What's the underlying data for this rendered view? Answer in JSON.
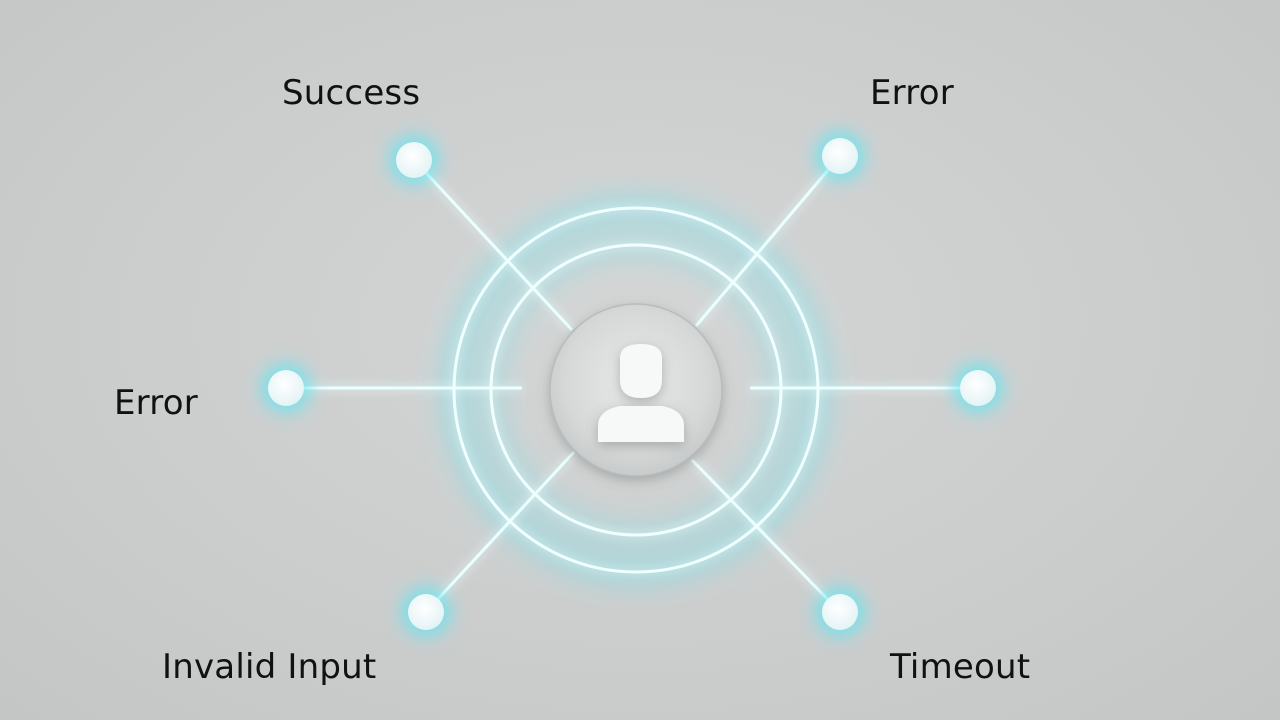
{
  "diagram": {
    "center_icon": "user-avatar-icon",
    "accent_color": "#5ce8f5",
    "nodes": {
      "top_left": {
        "label": "Success"
      },
      "top_right": {
        "label": "Error"
      },
      "left": {
        "label": "Error"
      },
      "right": {
        "label": ""
      },
      "bottom_left": {
        "label": "Invalid Input"
      },
      "bottom_right": {
        "label": "Timeout"
      }
    }
  }
}
